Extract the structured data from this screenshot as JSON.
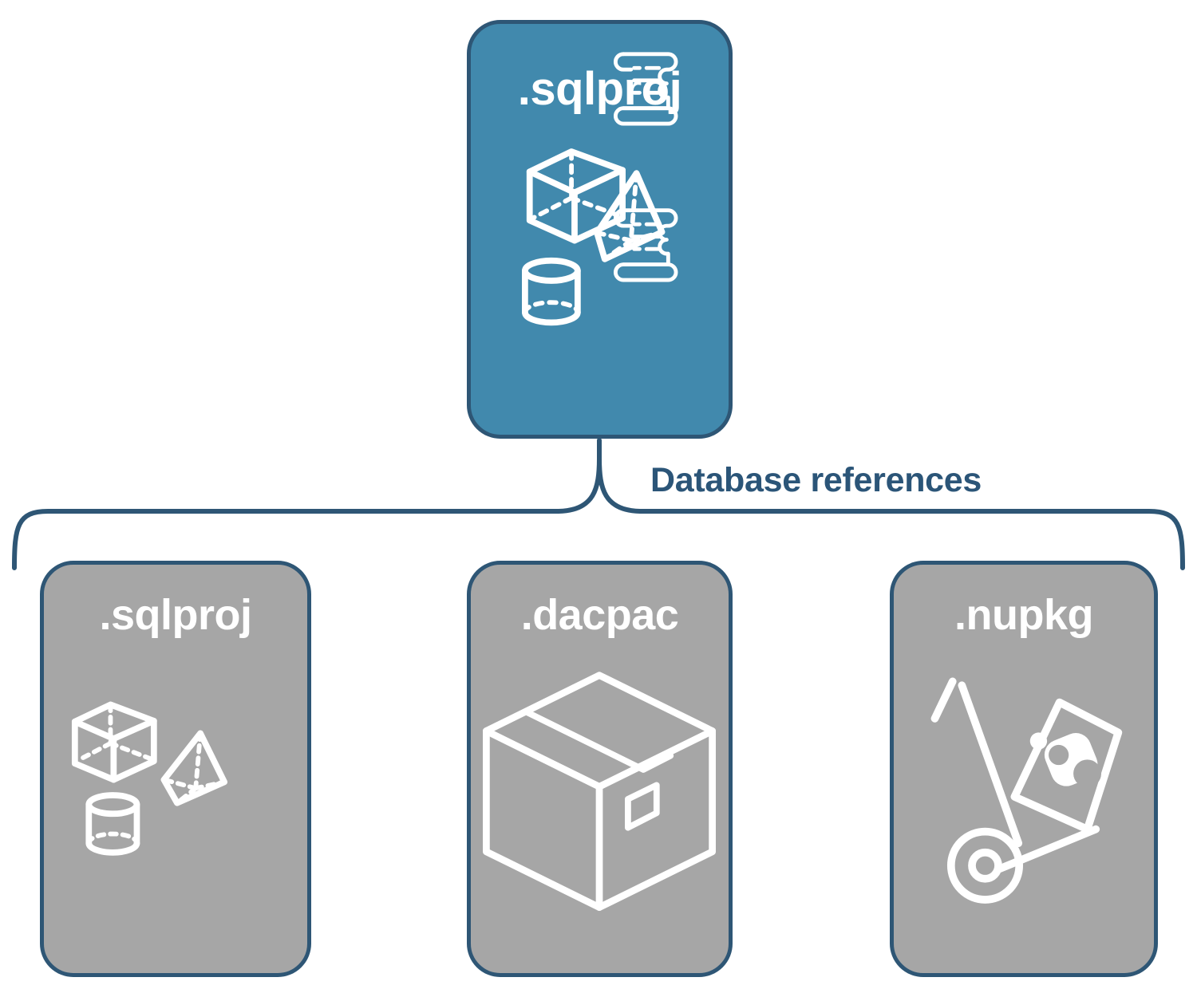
{
  "diagram": {
    "title_text": "Database references",
    "colors": {
      "accent_blue_fill": "#4189AD",
      "card_grey_fill": "#A6A6A6",
      "stroke_navy": "#2E5675",
      "label_navy": "#2B5578",
      "icon_white": "#FFFFFF",
      "background": "#FFFFFF"
    },
    "root": {
      "label": ".sqlproj",
      "icon_names": [
        "cube-icon",
        "scroll-icon",
        "pyramid-icon",
        "cylinder-icon",
        "scroll-icon"
      ]
    },
    "connector": {
      "label": "Database references",
      "type": "curly-brace",
      "branch_count": 3
    },
    "references": [
      {
        "label": ".sqlproj",
        "icon_names": [
          "cube-icon",
          "pyramid-icon",
          "cylinder-icon"
        ]
      },
      {
        "label": ".dacpac",
        "icon_names": [
          "package-box-icon"
        ]
      },
      {
        "label": ".nupkg",
        "icon_names": [
          "hand-truck-icon",
          "nuget-package-icon"
        ]
      }
    ]
  }
}
